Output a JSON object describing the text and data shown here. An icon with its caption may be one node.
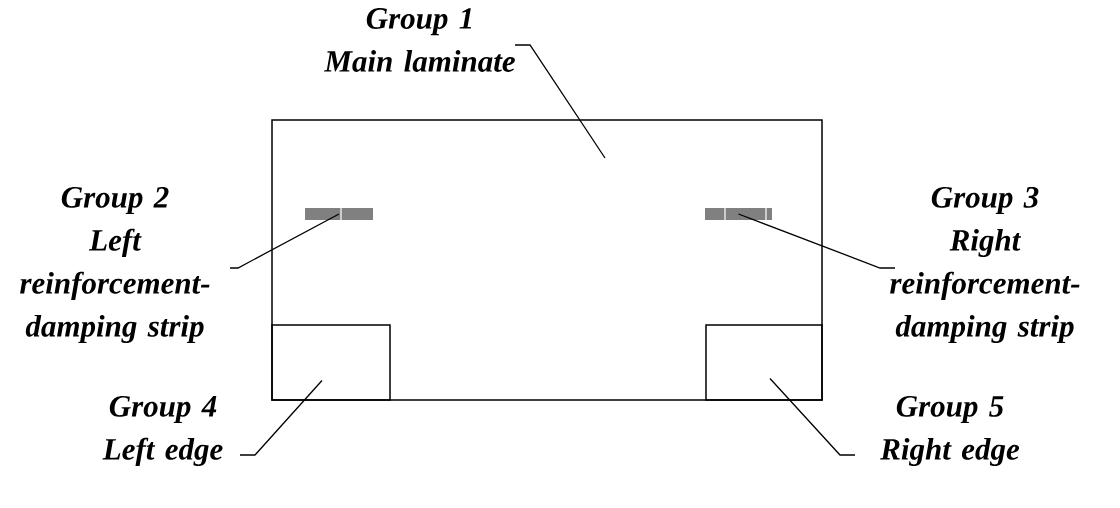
{
  "diagram": {
    "nodes": [
      {
        "text": [
          "Group 1",
          "Main laminate"
        ]
      },
      {
        "text": [],
        "shape": "box"
      },
      {
        "text": [],
        "shape": "bar",
        "in": 1
      },
      {
        "text": [],
        "shape": "bar",
        "in": 1
      },
      {
        "text": [],
        "shape": "box",
        "in": 1
      },
      {
        "text": [],
        "shape": "box",
        "in": 1
      },
      {
        "text": [
          "Group 2",
          "Left reinforcement-damping strip"
        ]
      },
      {
        "text": [
          "Group 3",
          "Right reinforcement-damping strip"
        ]
      },
      {
        "text": [
          "Group 4",
          "Left edge"
        ]
      },
      {
        "text": [
          "Group 5",
          "Right edge"
        ]
      }
    ],
    "edges": [
      {
        "from": 0,
        "to": 1,
        "arrow": "none"
      },
      {
        "from": 6,
        "to": 2,
        "arrow": "none"
      },
      {
        "from": 7,
        "to": 3,
        "arrow": "none"
      },
      {
        "from": 8,
        "to": 4,
        "arrow": "none"
      },
      {
        "from": 9,
        "to": 5,
        "arrow": "none"
      }
    ]
  }
}
